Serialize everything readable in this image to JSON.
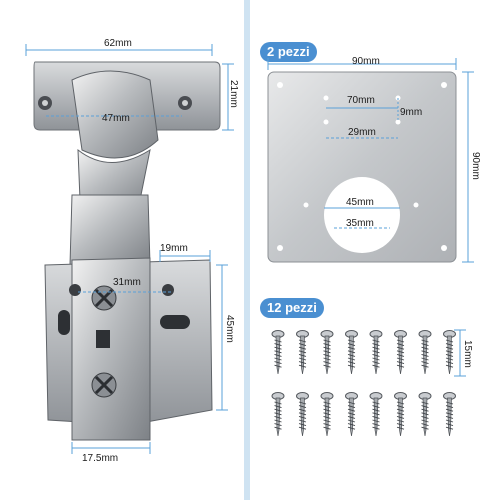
{
  "badges": {
    "plates": "2 pezzi",
    "screws": "12 pezzi"
  },
  "hinge_dimensions": {
    "width": "62mm",
    "cup_offset": "47mm",
    "mount_height": "21mm",
    "arm_offset": "19mm",
    "hole_spacing": "31mm",
    "base_height": "45mm",
    "base_width": "17.5mm"
  },
  "plate_dimensions": {
    "width": "90mm",
    "height": "90mm",
    "hole_row_spacing": "70mm",
    "small_offset": "9mm",
    "inner_spacing": "29mm",
    "outer_cutout": "45mm",
    "inner_cutout": "35mm"
  },
  "screw_dimensions": {
    "length": "15mm"
  },
  "colors": {
    "accent": "#4a8fd1",
    "dimension_line": "#5aa0d8",
    "divider": "#cfe3f2"
  }
}
